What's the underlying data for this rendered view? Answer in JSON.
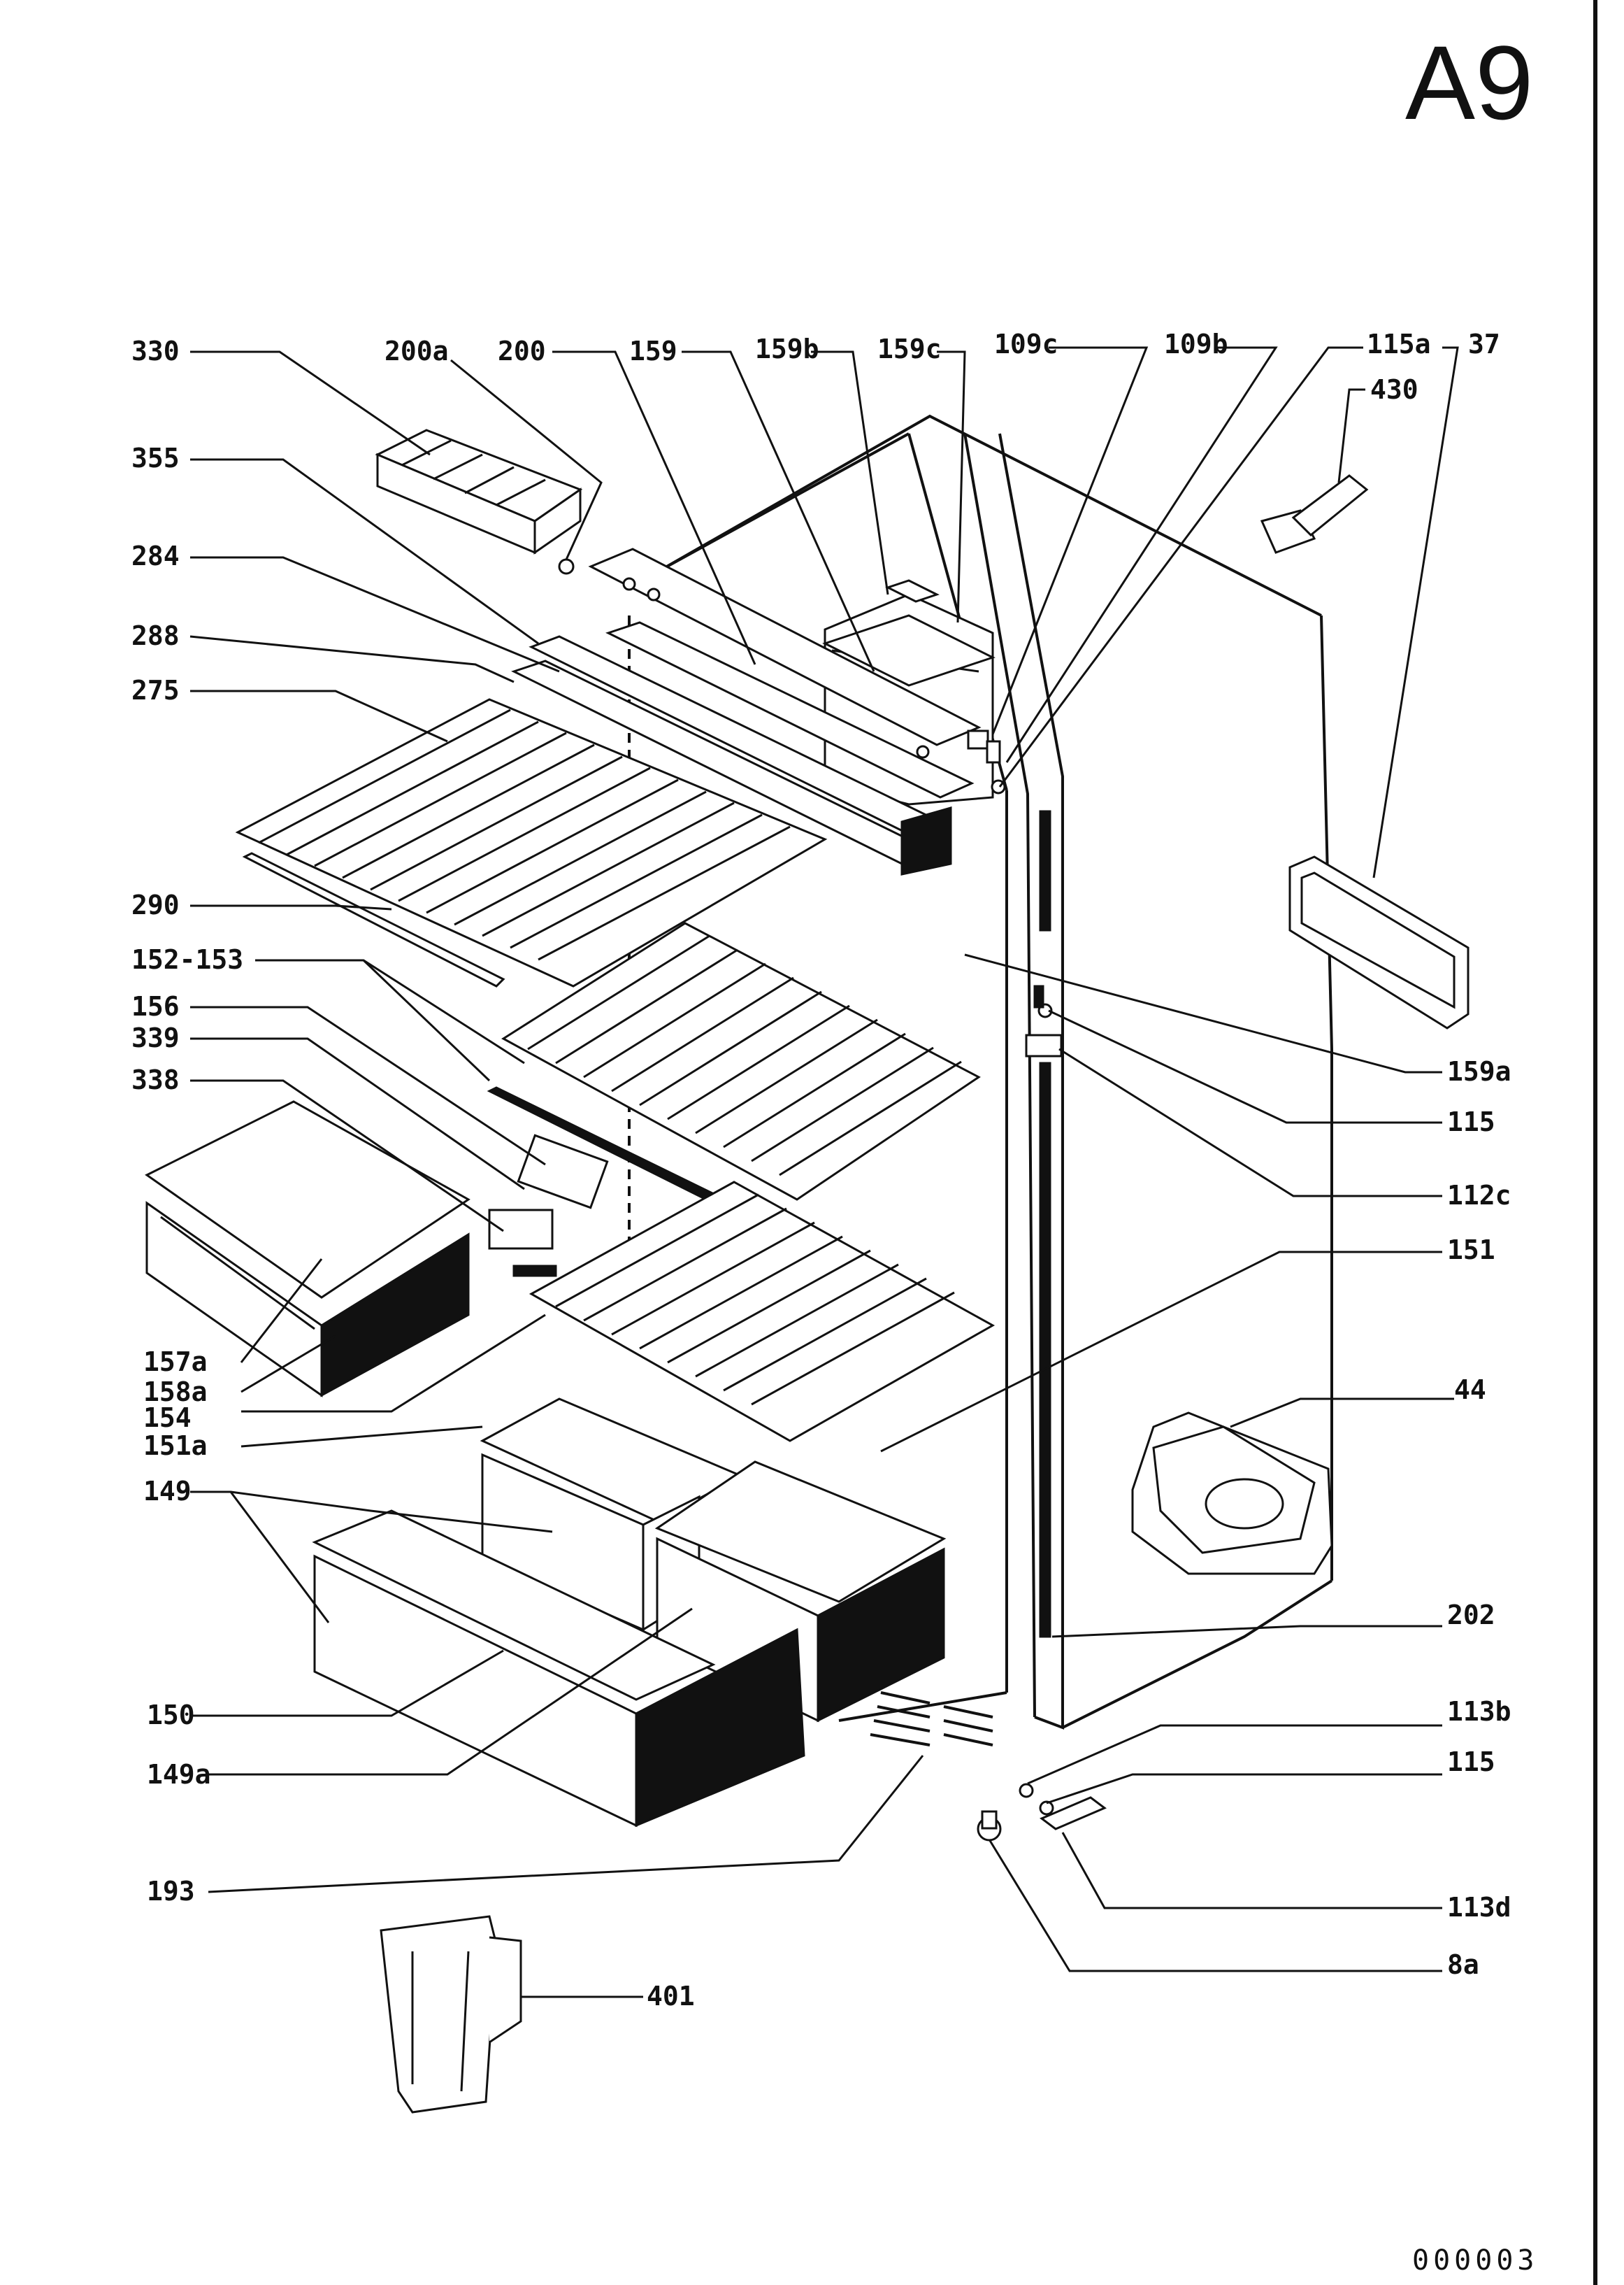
{
  "sheet": {
    "title": "A9",
    "code": "000003"
  },
  "labels": {
    "l330": "330",
    "l200a": "200a",
    "l200": "200",
    "l159": "159",
    "l159b": "159b",
    "l159c": "159c",
    "l109c": "109c",
    "l109b": "109b",
    "l115a": "115a",
    "l37": "37",
    "l430": "430",
    "l355": "355",
    "l284": "284",
    "l288": "288",
    "l275": "275",
    "l290": "290",
    "l152_153": "152-153",
    "l156": "156",
    "l339": "339",
    "l338": "338",
    "l157a": "157a",
    "l158a": "158a",
    "l154": "154",
    "l151a": "151a",
    "l149": "149",
    "l150": "150",
    "l149a": "149a",
    "l193": "193",
    "l401": "401",
    "l159a": "159a",
    "l115_top": "115",
    "l112c": "112c",
    "l151": "151",
    "l44": "44",
    "l202": "202",
    "l113b": "113b",
    "l115_bottom": "115",
    "l113d": "113d",
    "l8a": "8a"
  }
}
